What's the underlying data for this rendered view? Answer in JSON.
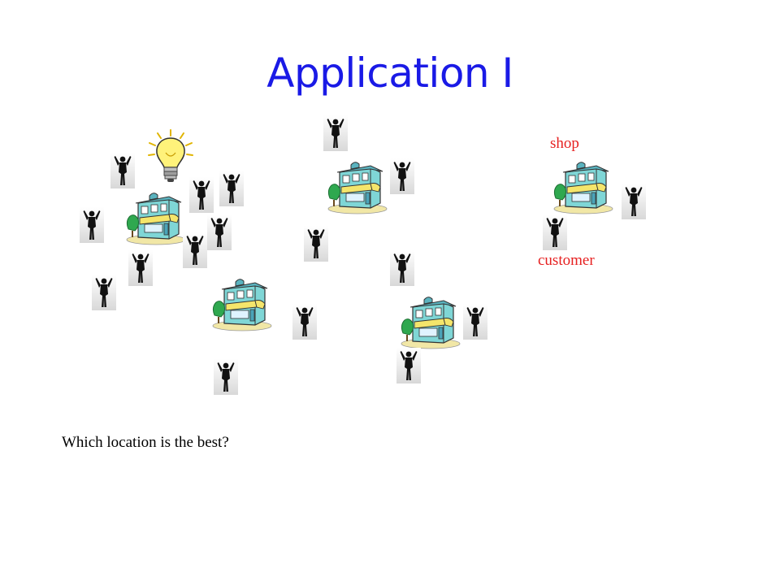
{
  "slide": {
    "title": "Application I",
    "question": "Which location is the best?"
  },
  "legend": {
    "shop_label": "shop",
    "customer_label": "customer"
  },
  "colors": {
    "title": "#1a1ae6",
    "legend_text": "#e62020",
    "question_text": "#000000",
    "building_wall": "#7fd6d6",
    "building_roof": "#5ab3bf",
    "awning": "#f4e56b",
    "ground": "#f1e7a6",
    "tree": "#2fa84f",
    "person": "#111111",
    "bulb_glass": "#fff27a"
  },
  "icons": {
    "shop": "shop-building-icon",
    "customer": "person-silhouette-icon",
    "idea": "lightbulb-icon"
  }
}
